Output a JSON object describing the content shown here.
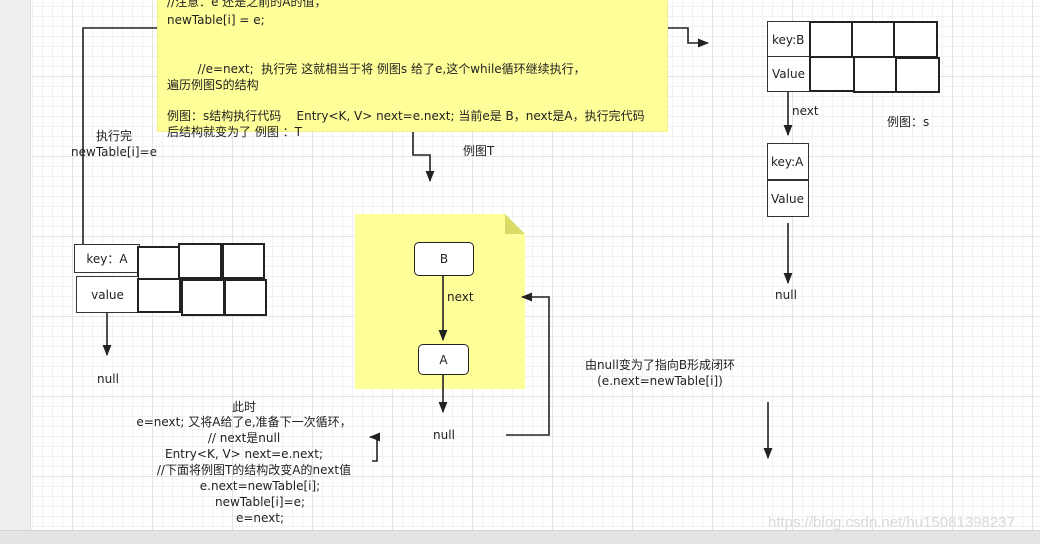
{
  "note_top": {
    "line1": "//注意：e 还是之前的A的值，",
    "line2": "newTable[i] = e;",
    "line3": "        //e=next;  执行完 这就相当于将 例图s 给了e,这个while循环继续执行，",
    "line4": "遍历例图S的结构",
    "line5": "例图：s结构执行代码    Entry<K, V> next=e.next; 当前e是 B，next是A，执行完代码",
    "line6": "后结构就变为了 例图 ：T"
  },
  "left_list": {
    "exec_label_1": "执行完",
    "exec_label_2": "newTable[i]=e",
    "key_label": "key：A",
    "value_label": "value",
    "null_label": "null"
  },
  "figure_t": {
    "label": "例图T",
    "node_b": "B",
    "edge_label": "next",
    "node_a": "A",
    "null_label": "null",
    "loop_note_1": "由null变为了指向B形成闭环",
    "loop_note_2": "(e.next=newTable[i])"
  },
  "figure_s": {
    "key_b": "key:B",
    "value_b": "Value",
    "edge_label": "next",
    "caption": "例图：s",
    "key_a": "key:A",
    "value_a": "Value",
    "null_label": "null"
  },
  "bottom_note": {
    "lines": [
      "此时",
      "e=next; 又将A给了e,准备下一次循环，",
      "// next是null",
      "Entry<K, V> next=e.next;",
      "//下面将例图T的结构改变A的next值",
      "e.next=newTable[i];",
      "newTable[i]=e;",
      "e=next;"
    ]
  },
  "watermark": "https://blog.csdn.net/hu15081398237"
}
